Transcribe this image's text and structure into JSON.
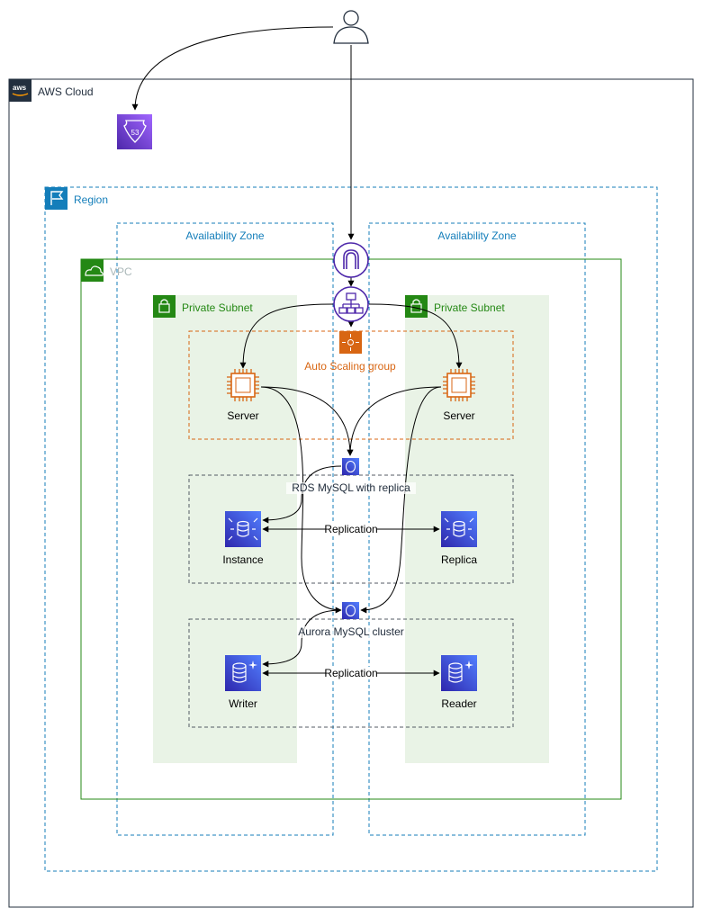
{
  "labels": {
    "aws_cloud": "AWS Cloud",
    "region": "Region",
    "az_left": "Availability Zone",
    "az_right": "Availability Zone",
    "vpc": "VPC",
    "subnet_left": "Private Subnet",
    "subnet_right": "Private Subnet",
    "asg": "Auto Scaling group",
    "server_left": "Server",
    "server_right": "Server",
    "rds_group": "RDS MySQL with replica",
    "instance": "Instance",
    "replica": "Replica",
    "replication_rds": "Replication",
    "aurora_group": "Aurora MySQL cluster",
    "writer": "Writer",
    "reader": "Reader",
    "replication_aurora": "Replication"
  },
  "icons": {
    "user": "user-icon",
    "route53": "route53-icon",
    "gateway": "internet-gateway-icon",
    "elb": "load-balancer-icon",
    "asg": "auto-scaling-icon",
    "ec2": "ec2-instance-icon",
    "rds": "rds-icon",
    "aurora": "aurora-icon"
  },
  "colors": {
    "cloud_border": "#232f3e",
    "region_blue": "#147eba",
    "vpc_green": "#248814",
    "subnet_fill": "#e9f3e6",
    "asg_orange": "#d86613",
    "ec2_orange": "#d86613",
    "db_blue": "#3b48cc",
    "network_purple": "#4d27aa",
    "route53_purple": "#8c4fff"
  }
}
